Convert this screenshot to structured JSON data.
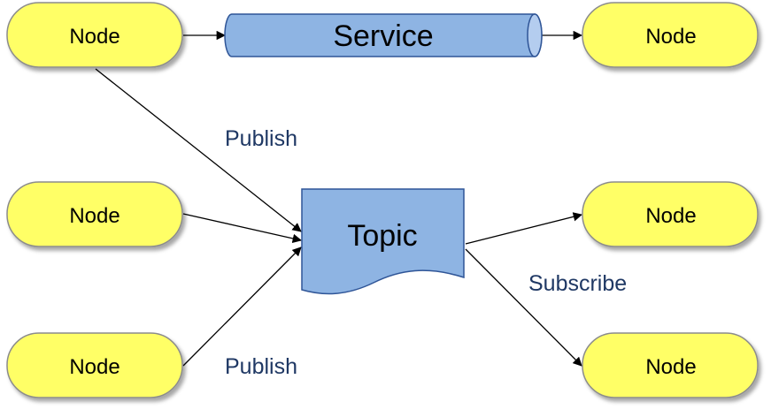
{
  "nodes": {
    "top_left": "Node",
    "top_right": "Node",
    "mid_left": "Node",
    "mid_right": "Node",
    "bottom_left": "Node",
    "bottom_right": "Node"
  },
  "service": {
    "label": "Service"
  },
  "topic": {
    "label": "Topic"
  },
  "labels": {
    "publish_top": "Publish",
    "publish_bottom": "Publish",
    "subscribe": "Subscribe"
  },
  "colors": {
    "node_fill": "#ffff66",
    "node_stroke": "#8c8c8c",
    "shape_fill": "#8eb4e3",
    "shape_stroke": "#2f5597",
    "label_text": "#1f3864",
    "arrow": "#000000"
  }
}
